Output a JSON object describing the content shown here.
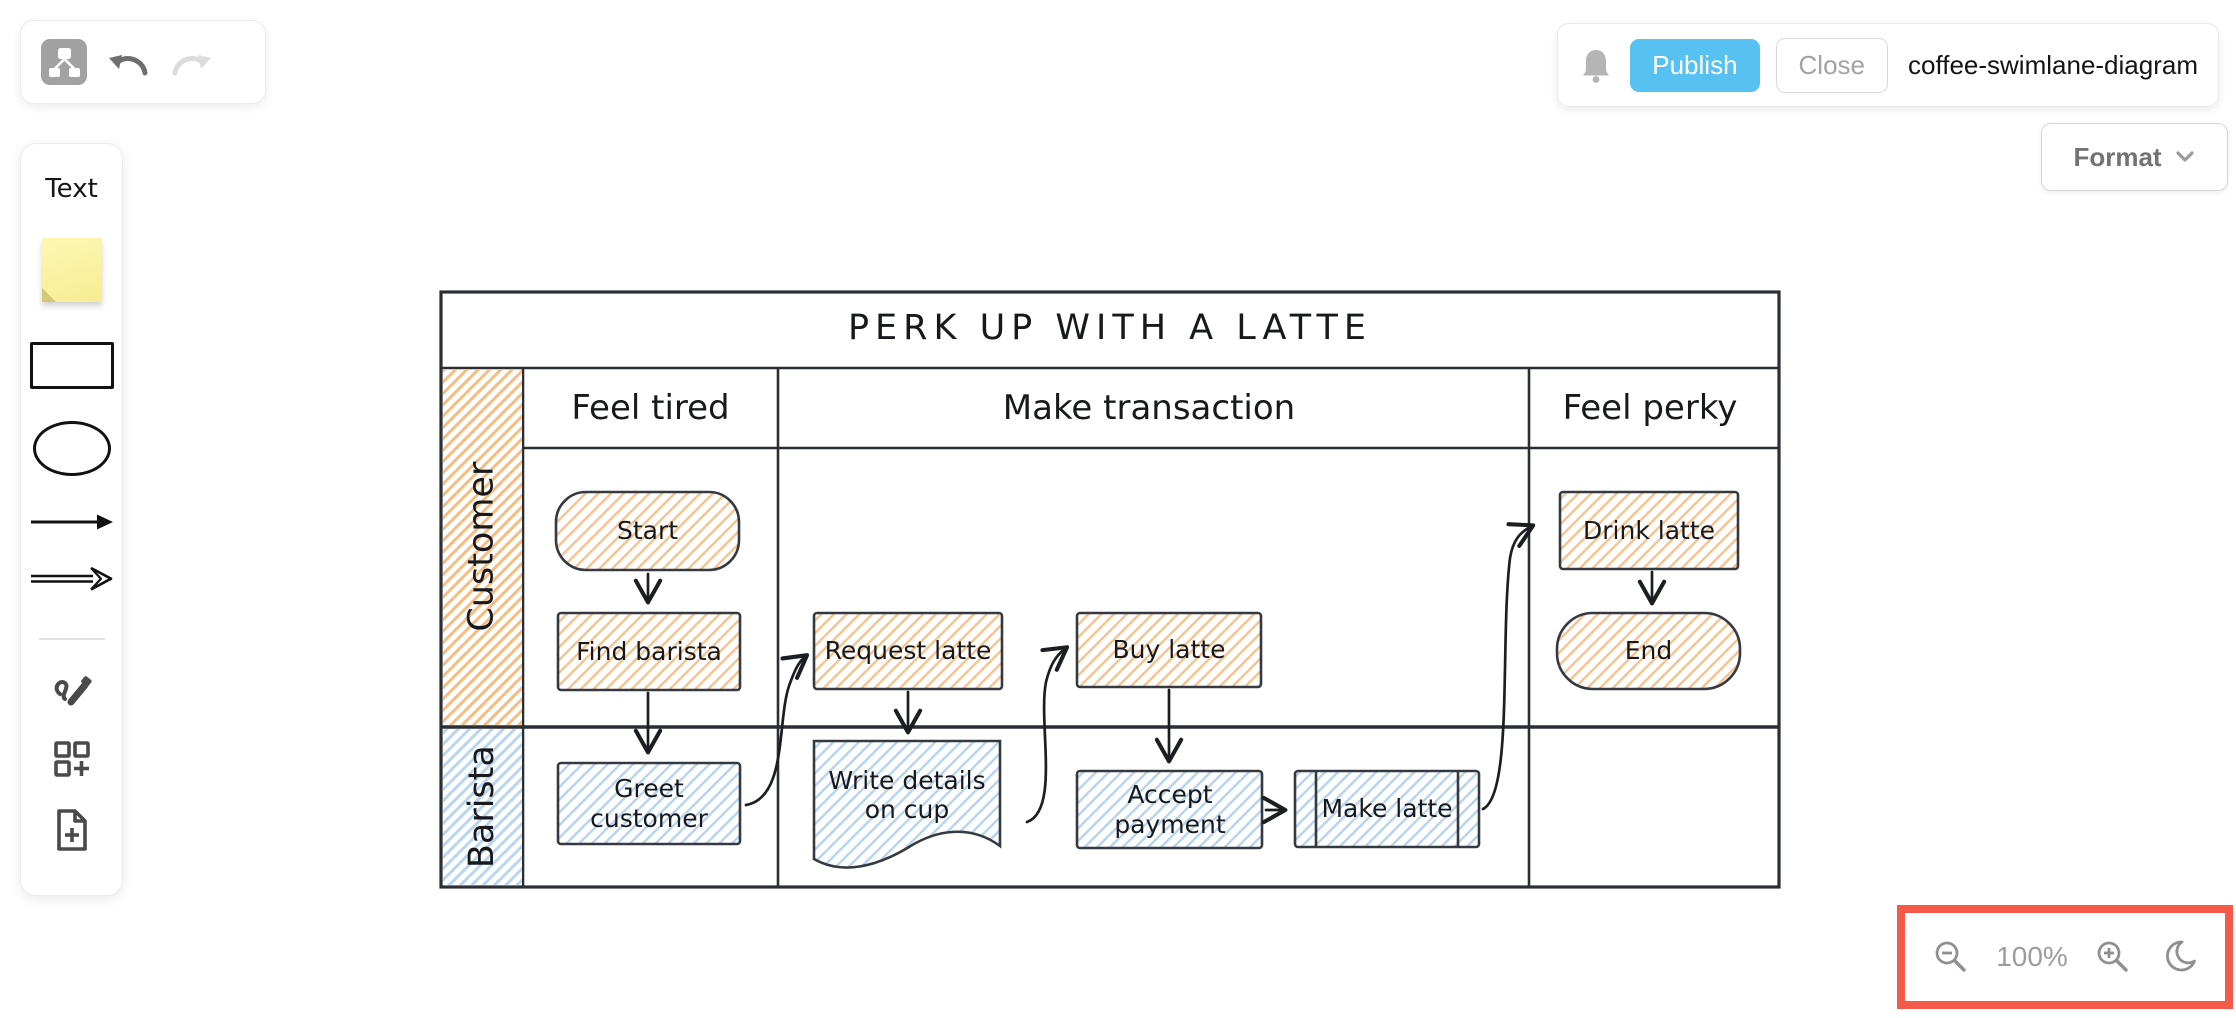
{
  "app": {
    "toolbar_left": {
      "diagram_tool_icon": "flowchart-icon",
      "undo_icon": "undo-arrow",
      "redo_icon": "redo-arrow"
    },
    "toolbar_right": {
      "notification_icon": "bell-icon",
      "publish_label": "Publish",
      "close_label": "Close",
      "document_title": "coffee-swimlane-diagram"
    },
    "format_button_label": "Format"
  },
  "sidebar": {
    "text_tool_label": "Text",
    "tools": [
      "text",
      "sticky-note",
      "rectangle",
      "ellipse",
      "arrow-thin",
      "arrow-thick",
      "draw-pencil",
      "shape-library",
      "new-file"
    ]
  },
  "zoom_controls": {
    "zoom_level": "100%",
    "zoom_out_icon": "magnifier-minus",
    "zoom_in_icon": "magnifier-plus",
    "dark_mode_icon": "moon"
  },
  "colors": {
    "publish_blue": "#57c1f1",
    "highlight_red": "#f45a4a",
    "orange_hatch": "#f6c28c",
    "blue_hatch": "#b6d3ee",
    "sticky_yellow": "#f9ec95",
    "stroke_dark": "#343a40"
  },
  "diagram": {
    "title": "PERK UP WITH A LATTE",
    "phases": [
      "Feel tired",
      "Make transaction",
      "Feel perky"
    ],
    "lanes": [
      "Customer",
      "Barista"
    ],
    "nodes": [
      {
        "label": "Start",
        "lane": "Customer",
        "phase": "Feel tired",
        "shape": "stadium",
        "color": "orange"
      },
      {
        "label": "Find barista",
        "lane": "Customer",
        "phase": "Feel tired",
        "shape": "rectangle",
        "color": "orange"
      },
      {
        "label": "Greet customer",
        "lane": "Barista",
        "phase": "Feel tired",
        "shape": "rectangle",
        "color": "blue"
      },
      {
        "label": "Request latte",
        "lane": "Customer",
        "phase": "Make transaction",
        "shape": "rectangle",
        "color": "orange"
      },
      {
        "label": "Write details on cup",
        "lane": "Barista",
        "phase": "Make transaction",
        "shape": "document",
        "color": "blue"
      },
      {
        "label": "Buy latte",
        "lane": "Customer",
        "phase": "Make transaction",
        "shape": "rectangle",
        "color": "orange"
      },
      {
        "label": "Accept payment",
        "lane": "Barista",
        "phase": "Make transaction",
        "shape": "rectangle",
        "color": "blue"
      },
      {
        "label": "Make latte",
        "lane": "Barista",
        "phase": "Make transaction",
        "shape": "subprocess",
        "color": "blue"
      },
      {
        "label": "Drink latte",
        "lane": "Customer",
        "phase": "Feel perky",
        "shape": "rectangle",
        "color": "orange"
      },
      {
        "label": "End",
        "lane": "Customer",
        "phase": "Feel perky",
        "shape": "stadium",
        "color": "orange"
      }
    ],
    "edges": [
      {
        "from": "Start",
        "to": "Find barista"
      },
      {
        "from": "Find barista",
        "to": "Greet customer"
      },
      {
        "from": "Greet customer",
        "to": "Request latte"
      },
      {
        "from": "Request latte",
        "to": "Write details on cup"
      },
      {
        "from": "Write details on cup",
        "to": "Buy latte"
      },
      {
        "from": "Buy latte",
        "to": "Accept payment"
      },
      {
        "from": "Accept payment",
        "to": "Make latte"
      },
      {
        "from": "Make latte",
        "to": "Drink latte"
      },
      {
        "from": "Drink latte",
        "to": "End"
      }
    ]
  }
}
